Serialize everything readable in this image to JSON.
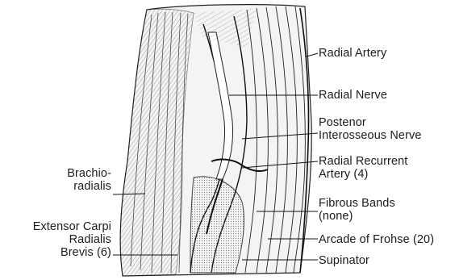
{
  "labels": {
    "radial_artery": "Radial Artery",
    "radial_nerve": "Radial Nerve",
    "posterior_interosseous_nerve": [
      "Postenor",
      "Interosseous Nerve"
    ],
    "radial_recurrent_artery": [
      "Radial Recurrent",
      "Artery (4)"
    ],
    "fibrous_bands": [
      "Fibrous Bands",
      "(none)"
    ],
    "arcade_of_frohse": "Arcade of Frohse (20)",
    "supinator": "Supinator",
    "brachioradialis": [
      "Brachio-",
      "radialis"
    ],
    "extensor_carpi_radialis_brevis": [
      "Extensor Carpi",
      "Radialis",
      "Brevis (6)"
    ]
  },
  "colors": {
    "ink": "#1c1c1c",
    "background": "#ffffff"
  }
}
